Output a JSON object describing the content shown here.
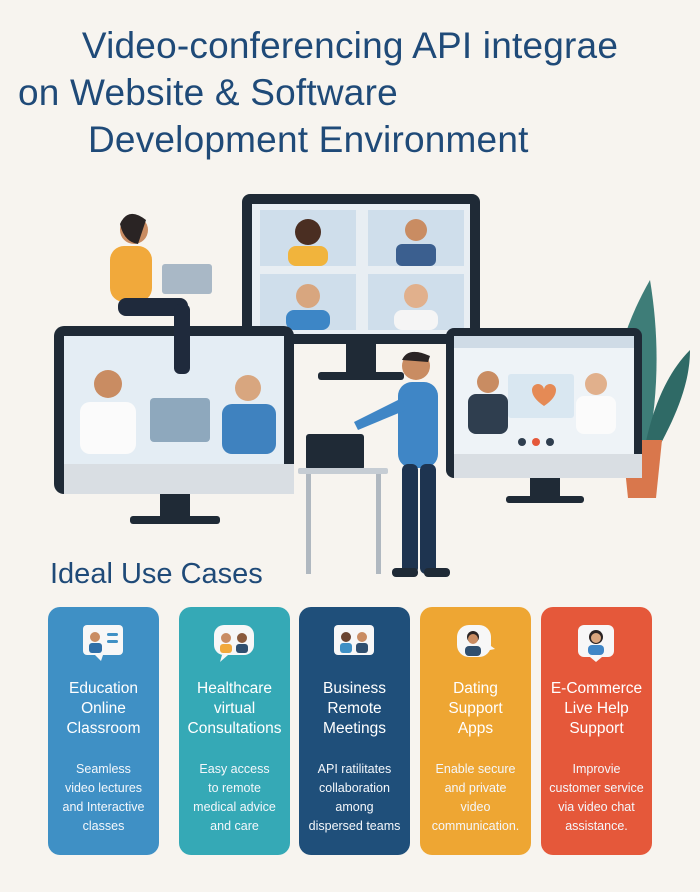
{
  "header": {
    "title_lines": [
      "Video-conferencing API integrae",
      "on Website & Software",
      "Development Environment"
    ]
  },
  "section": {
    "title": "Ideal Use Cases"
  },
  "colors": {
    "title": "#1f4a78",
    "background": "#f7f4ef"
  },
  "cards": [
    {
      "icon": "classroom-icon",
      "color": "#3f90c5",
      "title_lines": [
        "Education",
        "Online",
        "Classroom"
      ],
      "desc_lines": [
        "Seamless",
        "video lectures",
        "and Interactive",
        "classes"
      ]
    },
    {
      "icon": "consultation-icon",
      "color": "#35a9b6",
      "title_lines": [
        "Healthcare",
        "virtual",
        "Consultations"
      ],
      "desc_lines": [
        "Easy access",
        "to remote",
        "medical advice",
        "and care"
      ]
    },
    {
      "icon": "meeting-icon",
      "color": "#1f4f7a",
      "title_lines": [
        "Business",
        "Remote",
        "Meetings"
      ],
      "desc_lines": [
        "API ratilitates",
        "collaboration",
        "among",
        "dispersed teams"
      ]
    },
    {
      "icon": "chat-icon",
      "color": "#eea633",
      "title_lines": [
        "Dating",
        "Support",
        "Apps"
      ],
      "desc_lines": [
        "Enable secure",
        "and private",
        "video",
        "communication."
      ]
    },
    {
      "icon": "support-agent-icon",
      "color": "#e5583a",
      "title_lines": [
        "E-Commerce",
        "Live Help",
        "Support"
      ],
      "desc_lines": [
        "Improvie",
        "customer service",
        "via video chat",
        "assistance."
      ]
    }
  ]
}
